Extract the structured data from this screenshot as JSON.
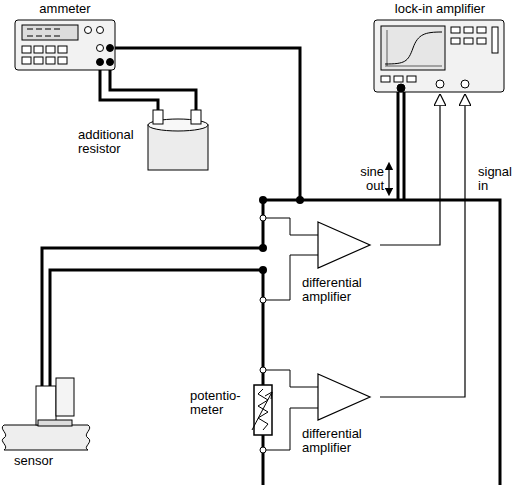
{
  "diagram": {
    "nodes": [
      {
        "text": [
          "ammeter"
        ]
      },
      {
        "text": [
          "lock-in amplifier"
        ]
      },
      {
        "text": [
          "additional resistor"
        ]
      },
      {
        "text": [
          "differential amplifier"
        ]
      },
      {
        "text": [
          "sensor"
        ]
      },
      {
        "text": [
          "potentio- meter"
        ]
      },
      {
        "text": [
          "differential amplifier"
        ]
      }
    ],
    "edges": [
      {
        "from": 3,
        "to": 1,
        "arrow": "to"
      },
      {
        "from": 6,
        "to": 1,
        "arrow": "to"
      }
    ],
    "labels": [
      "sine out",
      "signal in"
    ]
  }
}
